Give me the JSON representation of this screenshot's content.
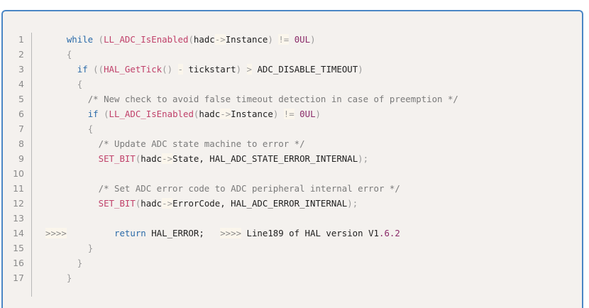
{
  "code_block": {
    "accent_color": "#4a86c5",
    "background": "#f4f1ee",
    "lines": [
      {
        "num": "1",
        "indent": "    ",
        "tokens": [
          [
            "kw",
            "while"
          ],
          [
            "tx",
            " "
          ],
          [
            "pn",
            "("
          ],
          [
            "fn",
            "LL_ADC_IsEnabled"
          ],
          [
            "pn",
            "("
          ],
          [
            "tx",
            "hadc"
          ],
          [
            "op",
            "->"
          ],
          [
            "tx",
            "Instance"
          ],
          [
            "pn",
            ")"
          ],
          [
            "tx",
            " "
          ],
          [
            "op",
            "!="
          ],
          [
            "tx",
            " "
          ],
          [
            "num",
            "0UL"
          ],
          [
            "pn",
            ")"
          ]
        ]
      },
      {
        "num": "2",
        "indent": "    ",
        "tokens": [
          [
            "pn",
            "{"
          ]
        ]
      },
      {
        "num": "3",
        "indent": "      ",
        "tokens": [
          [
            "kw",
            "if"
          ],
          [
            "tx",
            " "
          ],
          [
            "pn",
            "(("
          ],
          [
            "fn",
            "HAL_GetTick"
          ],
          [
            "pn",
            "()"
          ],
          [
            "tx",
            " "
          ],
          [
            "op",
            "-"
          ],
          [
            "tx",
            " tickstart"
          ],
          [
            "pn",
            ")"
          ],
          [
            "tx",
            " "
          ],
          [
            "op",
            ">"
          ],
          [
            "tx",
            " ADC_DISABLE_TIMEOUT"
          ],
          [
            "pn",
            ")"
          ]
        ]
      },
      {
        "num": "4",
        "indent": "      ",
        "tokens": [
          [
            "pn",
            "{"
          ]
        ]
      },
      {
        "num": "5",
        "indent": "        ",
        "tokens": [
          [
            "cm",
            "/* New check to avoid false timeout detection in case of preemption */"
          ]
        ]
      },
      {
        "num": "6",
        "indent": "        ",
        "tokens": [
          [
            "kw",
            "if"
          ],
          [
            "tx",
            " "
          ],
          [
            "pn",
            "("
          ],
          [
            "fn",
            "LL_ADC_IsEnabled"
          ],
          [
            "pn",
            "("
          ],
          [
            "tx",
            "hadc"
          ],
          [
            "op",
            "->"
          ],
          [
            "tx",
            "Instance"
          ],
          [
            "pn",
            ")"
          ],
          [
            "tx",
            " "
          ],
          [
            "op",
            "!="
          ],
          [
            "tx",
            " "
          ],
          [
            "num",
            "0UL"
          ],
          [
            "pn",
            ")"
          ]
        ]
      },
      {
        "num": "7",
        "indent": "        ",
        "tokens": [
          [
            "pn",
            "{"
          ]
        ]
      },
      {
        "num": "8",
        "indent": "          ",
        "tokens": [
          [
            "cm",
            "/* Update ADC state machine to error */"
          ]
        ]
      },
      {
        "num": "9",
        "indent": "          ",
        "tokens": [
          [
            "fn",
            "SET_BIT"
          ],
          [
            "pn",
            "("
          ],
          [
            "tx",
            "hadc"
          ],
          [
            "op",
            "->"
          ],
          [
            "tx",
            "State, HAL_ADC_STATE_ERROR_INTERNAL"
          ],
          [
            "pn",
            ");"
          ]
        ]
      },
      {
        "num": "10",
        "indent": "",
        "tokens": []
      },
      {
        "num": "11",
        "indent": "          ",
        "tokens": [
          [
            "cm",
            "/* Set ADC error code to ADC peripheral internal error */"
          ]
        ]
      },
      {
        "num": "12",
        "indent": "          ",
        "tokens": [
          [
            "fn",
            "SET_BIT"
          ],
          [
            "pn",
            "("
          ],
          [
            "tx",
            "hadc"
          ],
          [
            "op",
            "->"
          ],
          [
            "tx",
            "ErrorCode, HAL_ADC_ERROR_INTERNAL"
          ],
          [
            "pn",
            ");"
          ]
        ]
      },
      {
        "num": "13",
        "indent": "",
        "tokens": []
      },
      {
        "num": "14",
        "indent": "",
        "tokens": [
          [
            "mk",
            ">>>>"
          ],
          [
            "tx",
            "         "
          ],
          [
            "kw",
            "return"
          ],
          [
            "tx",
            " HAL_ERROR;   "
          ],
          [
            "mk",
            ">>>>"
          ],
          [
            "tx",
            " Line189 of HAL version V1"
          ],
          [
            "num",
            ".6.2"
          ]
        ]
      },
      {
        "num": "15",
        "indent": "        ",
        "tokens": [
          [
            "pn",
            "}"
          ]
        ]
      },
      {
        "num": "16",
        "indent": "      ",
        "tokens": [
          [
            "pn",
            "}"
          ]
        ]
      },
      {
        "num": "17",
        "indent": "    ",
        "tokens": [
          [
            "pn",
            "}"
          ]
        ]
      }
    ]
  }
}
